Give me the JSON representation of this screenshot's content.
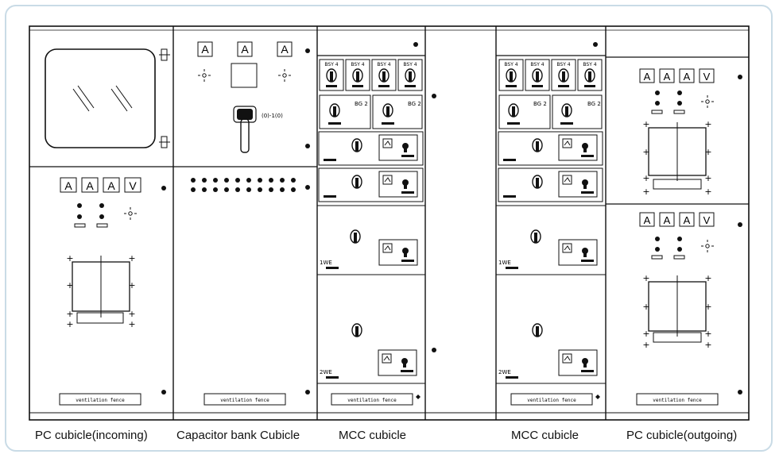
{
  "meter_label": "A",
  "volt_label": "V",
  "switch_label": "(0)-1(0)",
  "relay_big_label": "BG 2",
  "relay_small_label": "BSY 4",
  "row_tag": "1WE",
  "row_tag_b": "2WE",
  "vent_text": "ventilation fence",
  "captions": {
    "pc_incoming": "PC cubicle(incoming)",
    "capacitor": "Capacitor bank Cubicle",
    "mcc_1": "MCC cubicle",
    "mcc_2": "MCC cubicle",
    "pc_outgoing": "PC cubicle(outgoing)"
  }
}
